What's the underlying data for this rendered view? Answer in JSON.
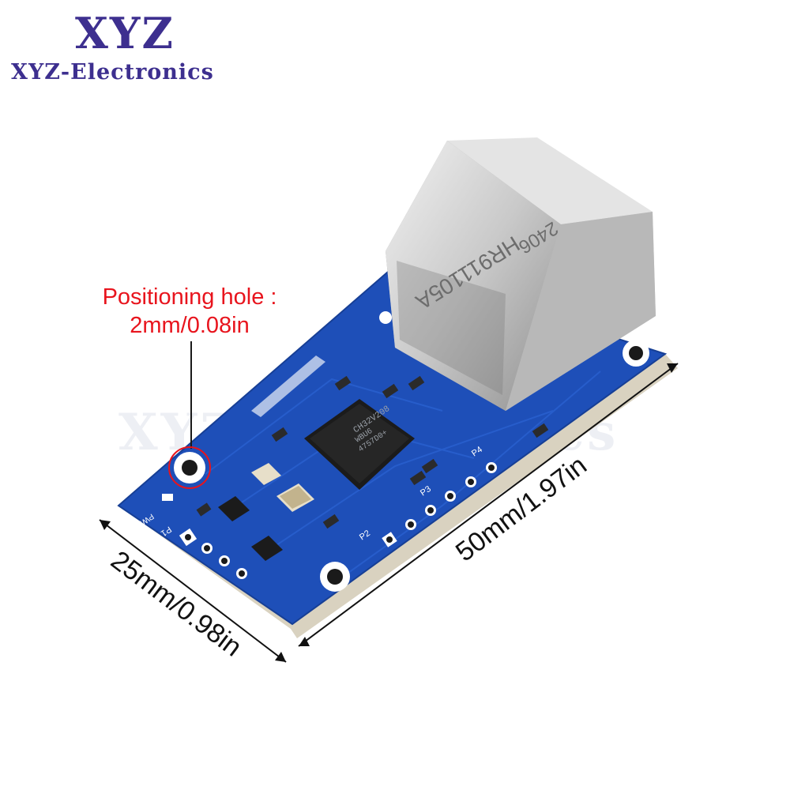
{
  "brand": {
    "logo": "XYZ",
    "name": "XYZ-Electronics",
    "watermark": "XYZ-Electronics"
  },
  "callout": {
    "line1": "Positioning hole :",
    "line2": "2mm/0.08in",
    "color": "#e8141d"
  },
  "dimensions": {
    "width": "25mm/0.98in",
    "length": "50mm/1.97in"
  },
  "board": {
    "color": "#1e4fb8",
    "chip_text": [
      "CH32V208",
      "WBU6",
      "4757D0+"
    ],
    "rj45_text": [
      "HR911105A",
      "2406"
    ],
    "pin_labels": [
      "P1",
      "P2",
      "P3",
      "P4"
    ],
    "led_label": "PWR"
  }
}
